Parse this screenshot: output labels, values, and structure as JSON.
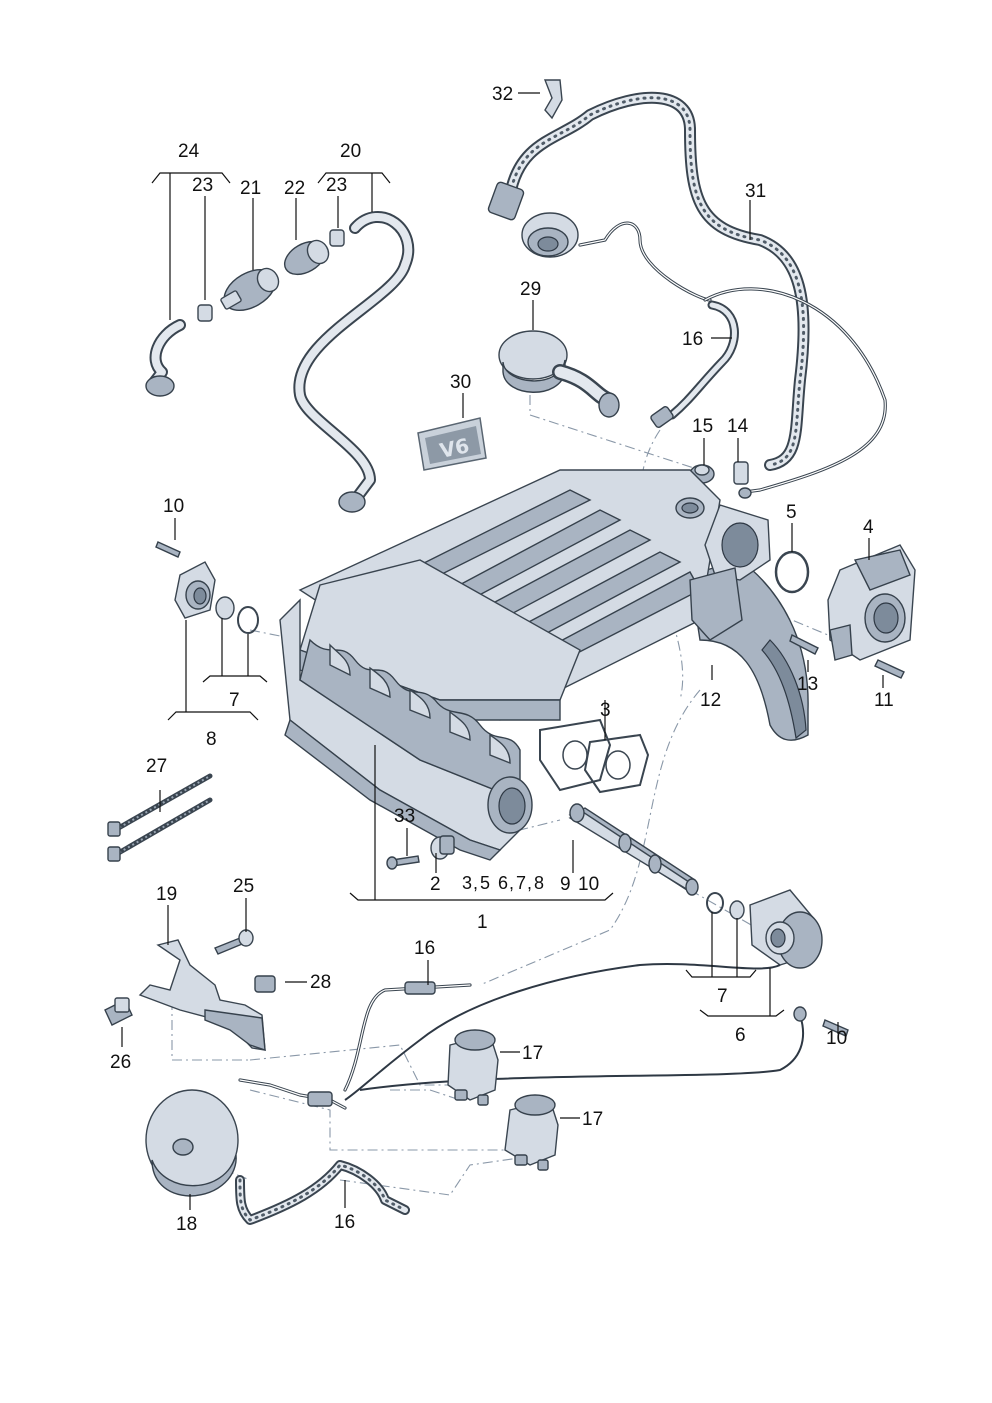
{
  "diagram": {
    "labels": {
      "l1": "1",
      "l2": "2",
      "l3a": "3",
      "l3b": "3",
      "l4": "4",
      "l5a": "5",
      "l5b": "5",
      "l6a": "6",
      "l6b": "6",
      "l7a": "7",
      "l7b": "7",
      "l7c": "7",
      "l8a": "8",
      "l8b": "8",
      "l9": "9",
      "l10a": "10",
      "l10b": "10",
      "l10c": "10",
      "l11": "11",
      "l12": "12",
      "l13": "13",
      "l14": "14",
      "l15": "15",
      "l16a": "16",
      "l16b": "16",
      "l16c": "16",
      "l17a": "17",
      "l17b": "17",
      "l18": "18",
      "l19": "19",
      "l20": "20",
      "l21": "21",
      "l22": "22",
      "l23a": "23",
      "l23b": "23",
      "l24": "24",
      "l25": "25",
      "l26": "26",
      "l27": "27",
      "l28": "28",
      "l29": "29",
      "l30": "30",
      "l31": "31",
      "l32": "32",
      "l33": "33"
    },
    "badge_text": "V6",
    "colors": {
      "part_fill": "#d4dbe4",
      "part_shade": "#a9b4c2",
      "outline": "#3a4550",
      "dash": "#8a98a8"
    }
  }
}
